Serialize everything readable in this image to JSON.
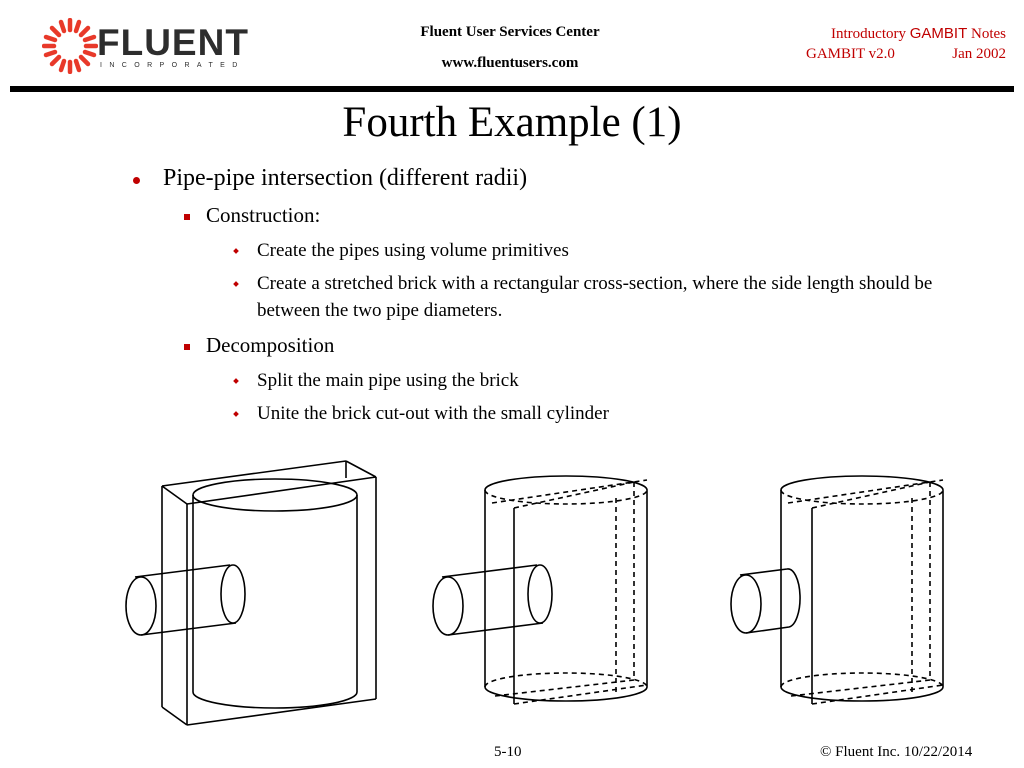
{
  "header": {
    "logo_word": "FLUENT",
    "logo_sub": "INCORPORATED",
    "org": "Fluent User Services Center",
    "url": "www.fluentusers.com",
    "notes_pre": "Introductory",
    "notes_brand": "GAMBIT",
    "notes_post": "Notes",
    "version": "GAMBIT v2.0",
    "date": "Jan 2002"
  },
  "slide": {
    "title": "Fourth Example (1)",
    "bullet": "Pipe-pipe intersection (different radii)",
    "construction": {
      "label": "Construction:",
      "items": [
        "Create the pipes using volume primitives",
        "Create a stretched brick with a rectangular cross-section, where the side length should be between the two pipe diameters."
      ]
    },
    "decomposition": {
      "label": "Decomposition",
      "items": [
        "Split the main pipe using the brick",
        "Unite the brick cut-out with the small cylinder"
      ]
    }
  },
  "footer": {
    "page": "5-10",
    "copyright": "© Fluent Inc. 10/22/2014"
  },
  "colors": {
    "accent": "#c00000",
    "text": "#000000",
    "logo_star": "#e8392a"
  }
}
